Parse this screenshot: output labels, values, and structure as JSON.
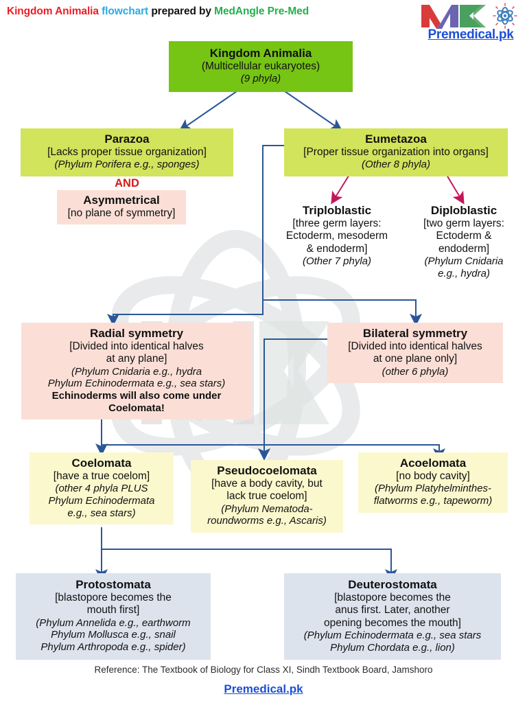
{
  "header": {
    "part1": "Kingdom Animalia ",
    "part2": "flowchart ",
    "part3": "prepared by ",
    "part4": "MedAngle Pre-Med",
    "colors": {
      "part1": "#ed1c24",
      "part2": "#29abe2",
      "part3": "#111111",
      "part4": "#22b14c"
    }
  },
  "logo": {
    "brand": "Premedical.pk",
    "mark_icon": "medangle-m-logo",
    "atom_icon": "atom-icon",
    "link_color": "#1c4fd8"
  },
  "watermark": {
    "icon": "medangle-watermark"
  },
  "nodes": {
    "kingdom": {
      "title": "Kingdom Animalia",
      "desc": "(Multicellular eukaryotes)",
      "note": "(9 phyla)",
      "fill": "#76c414"
    },
    "parazoa": {
      "title": "Parazoa",
      "desc": "[Lacks proper tissue organization]",
      "note": "(Phylum Porifera e.g., sponges)",
      "fill": "#d2e35c"
    },
    "and_label": "AND",
    "asymmetrical": {
      "title": "Asymmetrical",
      "desc": "[no plane of symmetry]",
      "fill": "#fbdfd6"
    },
    "eumetazoa": {
      "title": "Eumetazoa",
      "desc": "[Proper tissue organization into organs]",
      "note": "(Other 8 phyla)",
      "fill": "#d2e35c"
    },
    "triploblastic": {
      "title": "Triploblastic",
      "desc1": "[three germ layers:",
      "desc2": "Ectoderm, mesoderm",
      "desc3": "& endoderm]",
      "note": "(Other 7 phyla)",
      "fill": "transparent"
    },
    "diploblastic": {
      "title": "Diploblastic",
      "desc1": "[two germ layers:",
      "desc2": "Ectoderm &",
      "desc3": "endoderm]",
      "note1": "(Phylum Cnidaria",
      "note2": "e.g., hydra)",
      "fill": "transparent"
    },
    "radial": {
      "title": "Radial symmetry",
      "desc1": "[Divided into identical halves",
      "desc2": "at any plane]",
      "note1": "(Phylum Cnidaria e.g., hydra",
      "note2": "Phylum Echinodermata e.g., sea stars)",
      "bold1": "Echinoderms will also come under",
      "bold2": "Coelomata!",
      "fill": "#fbdfd6"
    },
    "bilateral": {
      "title": "Bilateral symmetry",
      "desc1": "[Divided into identical halves",
      "desc2": "at one plane only]",
      "note": "(other 6 phyla)",
      "fill": "#fbdfd6"
    },
    "coelomata": {
      "title": "Coelomata",
      "desc": "[have a true coelom]",
      "note1": "(other 4 phyla PLUS",
      "note2": "Phylum Echinodermata",
      "note3": "e.g., sea stars)",
      "fill": "#fbf8cd"
    },
    "pseudocoelomata": {
      "title": "Pseudocoelomata",
      "desc1": "[have a body cavity, but",
      "desc2": "lack true coelom]",
      "note1": "(Phylum Nematoda-",
      "note2": "roundworms e.g., Ascaris)",
      "fill": "#fbf8cd"
    },
    "acoelomata": {
      "title": "Acoelomata",
      "desc": "[no body cavity]",
      "note1": "(Phylum Platyhelminthes-",
      "note2": "flatworms e.g., tapeworm)",
      "fill": "#fbf8cd"
    },
    "protostomata": {
      "title": "Protostomata",
      "desc1": "[blastopore becomes the",
      "desc2": "mouth first]",
      "note1": "(Phylum Annelida e.g., earthworm",
      "note2": "Phylum Mollusca e.g., snail",
      "note3": "Phylum Arthropoda e.g., spider)",
      "fill": "#dde3ed"
    },
    "deuterostomata": {
      "title": "Deuterostomata",
      "desc1": "[blastopore becomes the",
      "desc2": "anus first. Later, another",
      "desc3": "opening becomes the mouth]",
      "note1": "(Phylum Echinodermata e.g., sea stars",
      "note2": "Phylum Chordata e.g., lion)",
      "fill": "#dde3ed"
    }
  },
  "connectors": {
    "blue": "#2a5699",
    "crimson": "#c2185b"
  },
  "footer": {
    "reference": "Reference: The Textbook of Biology for Class XI, Sindh Textbook Board, Jamshoro",
    "link": "Premedical.pk"
  }
}
